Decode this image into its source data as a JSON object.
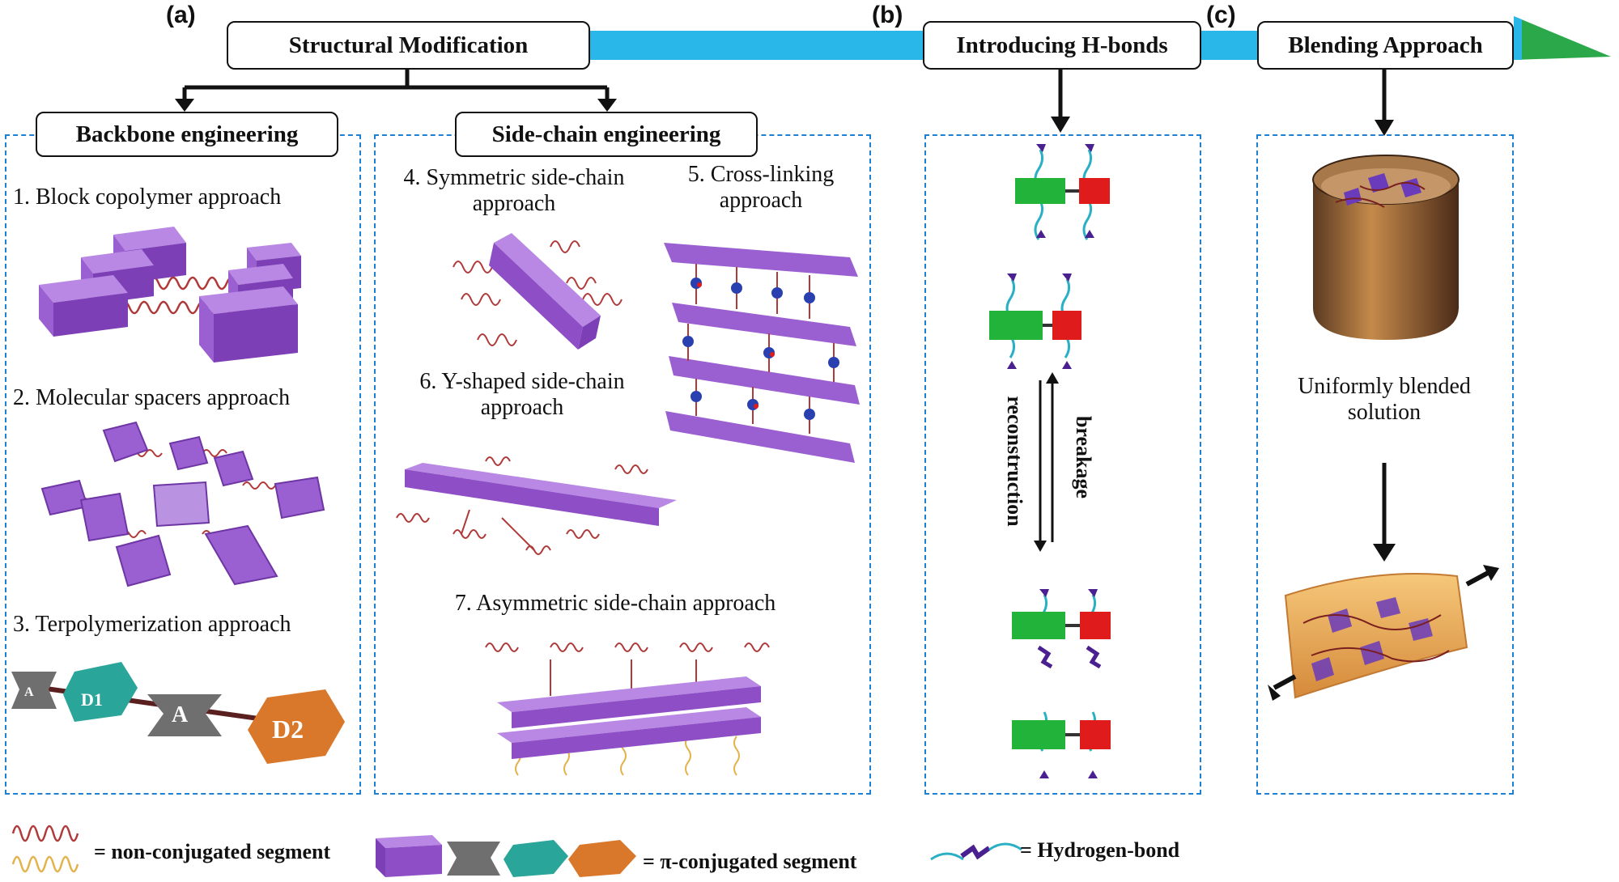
{
  "panels": {
    "a": {
      "tag": "(a)",
      "header": "Structural Modification",
      "groups": [
        {
          "title": "Backbone engineering",
          "items": [
            "1. Block copolymer approach",
            "2. Molecular spacers approach",
            "3. Terpolymerization approach"
          ]
        },
        {
          "title": "Side-chain engineering",
          "items": [
            "4. Symmetric side-chain approach",
            "5. Cross-linking approach",
            "6. Y-shaped side-chain approach",
            "7. Asymmetric side-chain approach"
          ]
        }
      ],
      "unit_labels": [
        "A",
        "D1",
        "A",
        "D2"
      ]
    },
    "b": {
      "tag": "(b)",
      "header": "Introducing H-bonds",
      "process": {
        "forward": "breakage",
        "reverse": "reconstruction"
      }
    },
    "c": {
      "tag": "(c)",
      "header": "Blending Approach",
      "caption": "Uniformly blended solution"
    }
  },
  "legend": {
    "non_conjugated": "= non-conjugated segment",
    "pi_conjugated": "= π-conjugated segment",
    "hydrogen_bond": "= Hydrogen-bond"
  },
  "colors": {
    "panel_border": "#1f7fd0",
    "timeline_arrow": "#29b6e8",
    "arrow_tip": "#2aa84a",
    "conjugated_block": "#8e4ec6",
    "spring": "#b03a3a",
    "spring_alt": "#e3b24a",
    "green_block": "#22b43a",
    "red_block": "#e01b1b",
    "grey_unit": "#6f6f6f",
    "teal_unit": "#2aa59a",
    "orange_unit": "#d9782b"
  }
}
